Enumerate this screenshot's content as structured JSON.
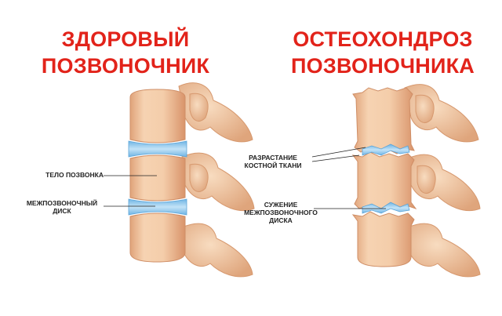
{
  "healthy": {
    "title_line1": "ЗДОРОВЫЙ",
    "title_line2": "ПОЗВОНОЧНИК",
    "label_body": "ТЕЛО ПОЗВОНКА",
    "label_disc_line1": "МЕЖПОЗВОНОЧНЫЙ",
    "label_disc_line2": "ДИСК"
  },
  "osteo": {
    "title_line1": "ОСТЕОХОНДРОЗ",
    "title_line2": "ПОЗВОНОЧНИКА",
    "label_growth_line1": "РАЗРАСТАНИЕ",
    "label_growth_line2": "КОСТНОЙ ТКАНИ",
    "label_narrow_line1": "СУЖЕНИЕ",
    "label_narrow_line2": "МЕЖПОЗВОНОЧНОГО",
    "label_narrow_line3": "ДИСКА"
  },
  "colors": {
    "title": "#e2231a",
    "bone": "#f2c9a3",
    "bone_dark": "#d99a72",
    "disc": "#8fc6ea"
  }
}
